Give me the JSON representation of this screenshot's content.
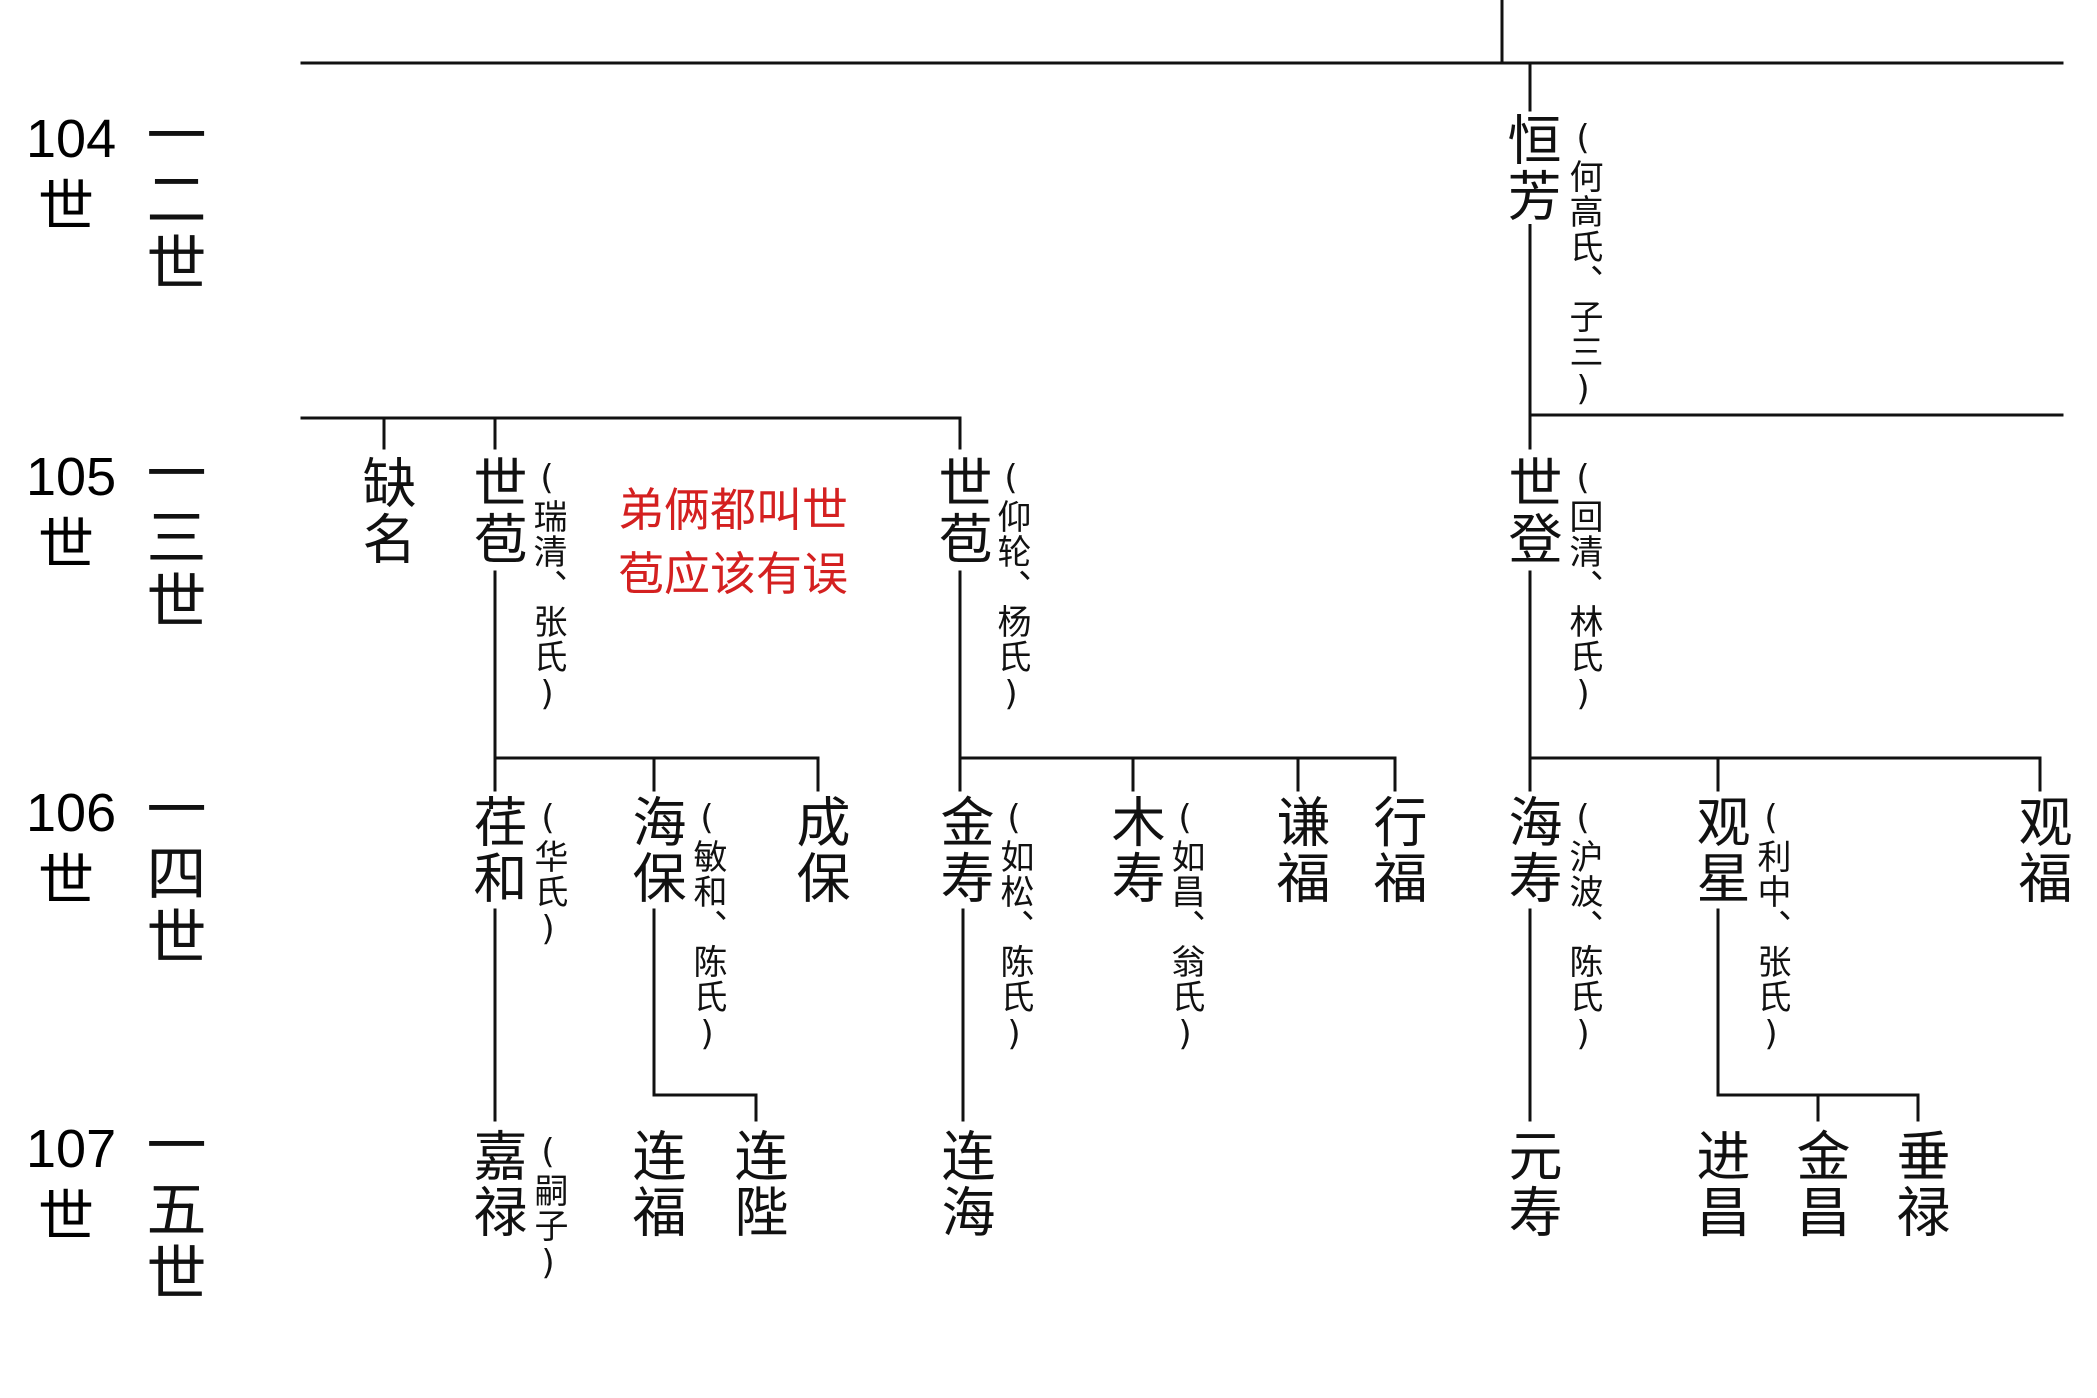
{
  "colors": {
    "line": "#111111",
    "text": "#111111",
    "annotation": "#d42020"
  },
  "generations": [
    {
      "number": "104",
      "suffix": "世",
      "relative": "一二世"
    },
    {
      "number": "105",
      "suffix": "世",
      "relative": "一三世"
    },
    {
      "number": "106",
      "suffix": "世",
      "relative": "一四世"
    },
    {
      "number": "107",
      "suffix": "世",
      "relative": "一五世"
    }
  ],
  "members": {
    "hengfang": {
      "name": "恒芳",
      "note": "(何高氏、子三)"
    },
    "queming": {
      "name": "缺名",
      "note": ""
    },
    "shipa1": {
      "name": "世苞",
      "note": "(瑞清、张氏)"
    },
    "shipa2": {
      "name": "世苞",
      "note": "(仰轮、杨氏)"
    },
    "shideng": {
      "name": "世登",
      "note": "(回清、林氏)"
    },
    "renhe": {
      "name": "荏和",
      "note": "(华氏)"
    },
    "haibao": {
      "name": "海保",
      "note": "(敏和、陈氏)"
    },
    "chengbao": {
      "name": "成保",
      "note": ""
    },
    "jinshou": {
      "name": "金寿",
      "note": "(如松、陈氏)"
    },
    "mushou": {
      "name": "木寿",
      "note": "(如昌、翁氏)"
    },
    "qianfu": {
      "name": "谦福",
      "note": ""
    },
    "xingfu": {
      "name": "行福",
      "note": ""
    },
    "haishou": {
      "name": "海寿",
      "note": "(沪波、陈氏)"
    },
    "guanxing": {
      "name": "观星",
      "note": "(利中、张氏)"
    },
    "guanfu": {
      "name": "观福",
      "note": ""
    },
    "jialu": {
      "name": "嘉禄",
      "note": "(嗣子)"
    },
    "lianfu": {
      "name": "连福",
      "note": ""
    },
    "lianbi": {
      "name": "连陛",
      "note": ""
    },
    "lianhai": {
      "name": "连海",
      "note": ""
    },
    "yuanshou": {
      "name": "元寿",
      "note": ""
    },
    "jinchang1": {
      "name": "进昌",
      "note": ""
    },
    "jinchang2": {
      "name": "金昌",
      "note": ""
    },
    "chuilu": {
      "name": "垂禄",
      "note": ""
    }
  },
  "annotation": {
    "text": "弟俩都叫世\n苞应该有误"
  }
}
